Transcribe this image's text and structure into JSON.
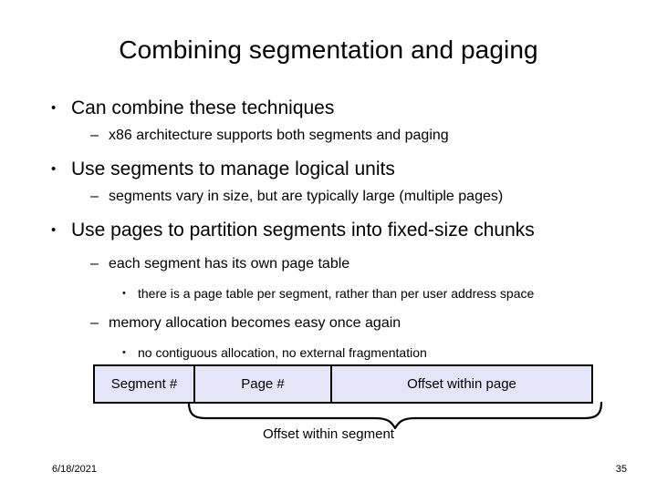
{
  "slide": {
    "title": "Combining segmentation and paging",
    "bullets": [
      {
        "level": 1,
        "marker": "•",
        "text": "Can combine these techniques"
      },
      {
        "level": 2,
        "marker": "–",
        "text": "x86 architecture supports both segments and paging"
      },
      {
        "level": 1,
        "marker": "•",
        "text": "Use segments to manage logical units"
      },
      {
        "level": 2,
        "marker": "–",
        "text": "segments vary in size, but are typically large (multiple pages)"
      },
      {
        "level": 1,
        "marker": "•",
        "text": "Use pages to partition segments into fixed-size chunks"
      },
      {
        "level": 2,
        "marker": "–",
        "text": "each segment has its own page table"
      },
      {
        "level": 3,
        "marker": "•",
        "text": "there is a page table per segment, rather than per user address space"
      },
      {
        "level": 2,
        "marker": "–",
        "text": "memory allocation becomes easy once again"
      },
      {
        "level": 3,
        "marker": "•",
        "text": "no contiguous allocation, no external fragmentation"
      }
    ],
    "diagram": {
      "name": "address-format",
      "fields": [
        {
          "label": "Segment #"
        },
        {
          "label": "Page #"
        },
        {
          "label": "Offset within page"
        }
      ],
      "brace_label": "Offset within segment",
      "fill_color": "#e5e5f7",
      "border_color": "#000000"
    },
    "footer": {
      "date": "6/18/2021",
      "number": "35"
    }
  }
}
